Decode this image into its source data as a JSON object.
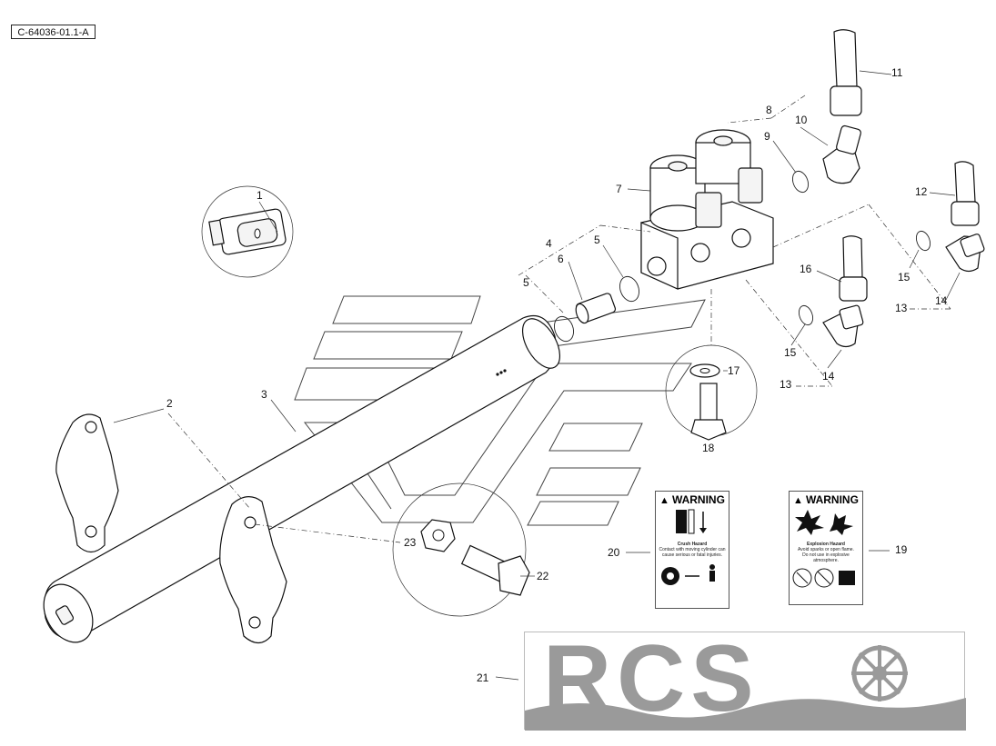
{
  "drawing_code": "C-64036-01.1-A",
  "callouts": {
    "c1": "1",
    "c2": "2",
    "c3": "3",
    "c4": "4",
    "c5a": "5",
    "c5b": "5",
    "c6": "6",
    "c7": "7",
    "c8": "8",
    "c9": "9",
    "c10": "10",
    "c11": "11",
    "c12": "12",
    "c13a": "13",
    "c13b": "13",
    "c14a": "14",
    "c14b": "14",
    "c15a": "15",
    "c15b": "15",
    "c16": "16",
    "c17": "17",
    "c18": "18",
    "c19": "19",
    "c20": "20",
    "c21": "21",
    "c22": "22",
    "c23": "23"
  },
  "warning_left": {
    "title": "WARNING",
    "hazard": "Crush Hazard",
    "line1": "Contact with moving cylinder can",
    "line2": "cause serious or fatal injuries."
  },
  "warning_right": {
    "title": "WARNING",
    "hazard": "Explosion Hazard",
    "line1": "Avoid sparks or open flame.",
    "line2": "Do not use in explosive atmosphere."
  },
  "banner": {
    "text": "RCS"
  },
  "colors": {
    "ink": "#111111",
    "banner_gray": "#9a9a9a",
    "ghost_stroke": "#444444"
  }
}
